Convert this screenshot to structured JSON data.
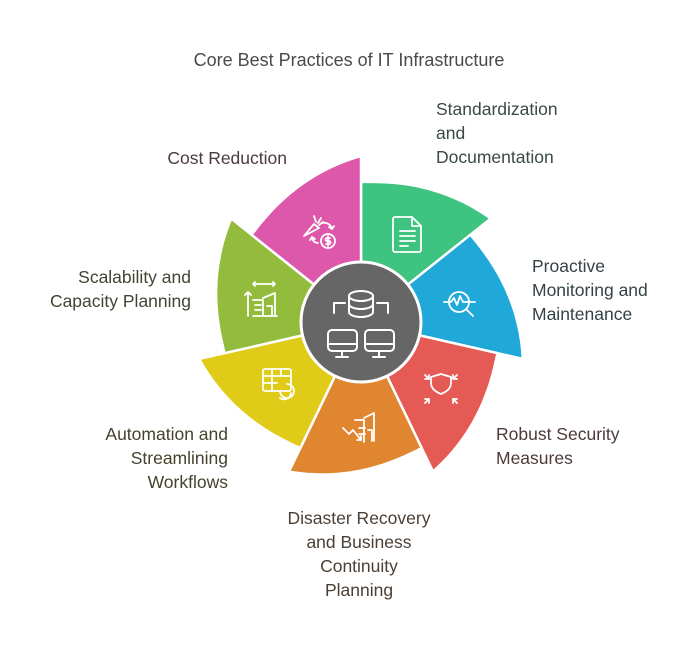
{
  "title": "Core Best Practices of IT Infrastructure",
  "center": {
    "icon": "database-network-icon",
    "color": "#666666"
  },
  "segments": [
    {
      "label": "Standardization\nand\nDocumentation",
      "color": "#3FC380",
      "icon": "document-icon",
      "text_color": "#3b4a44"
    },
    {
      "label": "Proactive\nMonitoring and\nMaintenance",
      "color": "#1FA8D8",
      "icon": "monitoring-magnifier-icon",
      "text_color": "#354247"
    },
    {
      "label": "Robust Security\nMeasures",
      "color": "#E55A55",
      "icon": "shield-arrows-icon",
      "text_color": "#4d3b3b"
    },
    {
      "label": "Disaster Recovery\nand Business\nContinuity\nPlanning",
      "color": "#E08530",
      "icon": "building-downtrend-icon",
      "text_color": "#4a3f36"
    },
    {
      "label": "Automation and\nStreamlining\nWorkflows",
      "color": "#DFCB18",
      "icon": "table-refresh-icon",
      "text_color": "#45432e"
    },
    {
      "label": "Scalability and\nCapacity Planning",
      "color": "#93BC3C",
      "icon": "building-expand-icon",
      "text_color": "#3f4532"
    },
    {
      "label": "Cost Reduction",
      "color": "#DD58AA",
      "icon": "carrot-dollar-icon",
      "text_color": "#4a3a44"
    }
  ]
}
